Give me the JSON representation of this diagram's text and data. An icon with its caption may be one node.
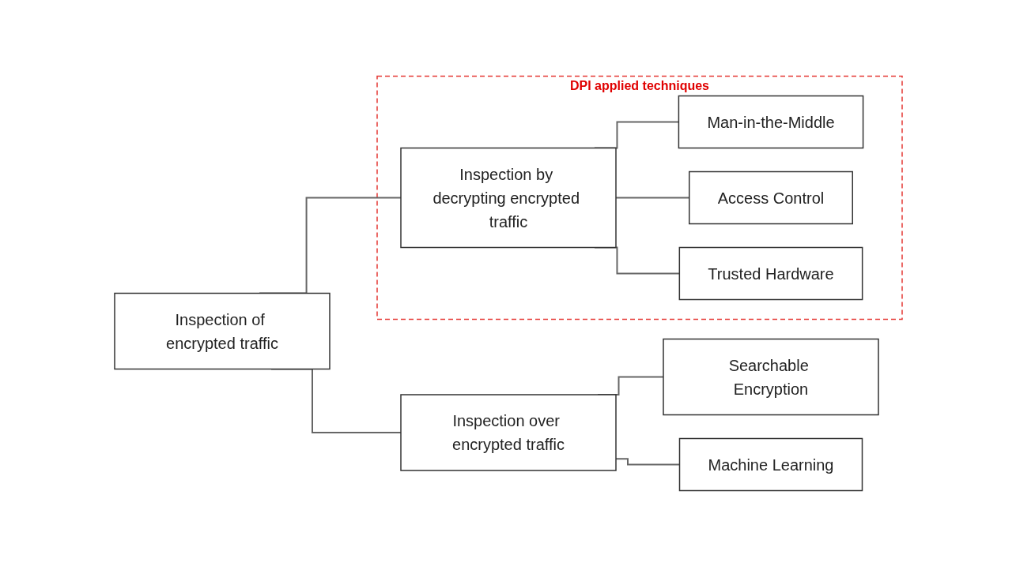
{
  "diagram": {
    "nodes": [
      {
        "text": [
          "Inspection of encrypted traffic"
        ]
      },
      {
        "text": [
          "DPI applied techniques"
        ]
      },
      {
        "text": [
          "Inspection by decrypting encrypted traffic"
        ],
        "in": 1
      },
      {
        "text": [
          "Man-in-the-Middle"
        ],
        "in": 1
      },
      {
        "text": [
          "Access Control"
        ],
        "in": 1
      },
      {
        "text": [
          "Trusted Hardware"
        ],
        "in": 1
      },
      {
        "text": [
          "Inspection over encrypted traffic"
        ]
      },
      {
        "text": [
          "Searchable Encryption"
        ]
      },
      {
        "text": [
          "Machine Learning"
        ]
      }
    ],
    "edges": [
      {
        "from": 0,
        "to": 2,
        "arrow": "none"
      },
      {
        "from": 0,
        "to": 6,
        "arrow": "none"
      },
      {
        "from": 2,
        "to": 3,
        "arrow": "none"
      },
      {
        "from": 2,
        "to": 4,
        "arrow": "none"
      },
      {
        "from": 2,
        "to": 5,
        "arrow": "none"
      },
      {
        "from": 6,
        "to": 7,
        "arrow": "none"
      },
      {
        "from": 6,
        "to": 8,
        "arrow": "none"
      }
    ]
  }
}
